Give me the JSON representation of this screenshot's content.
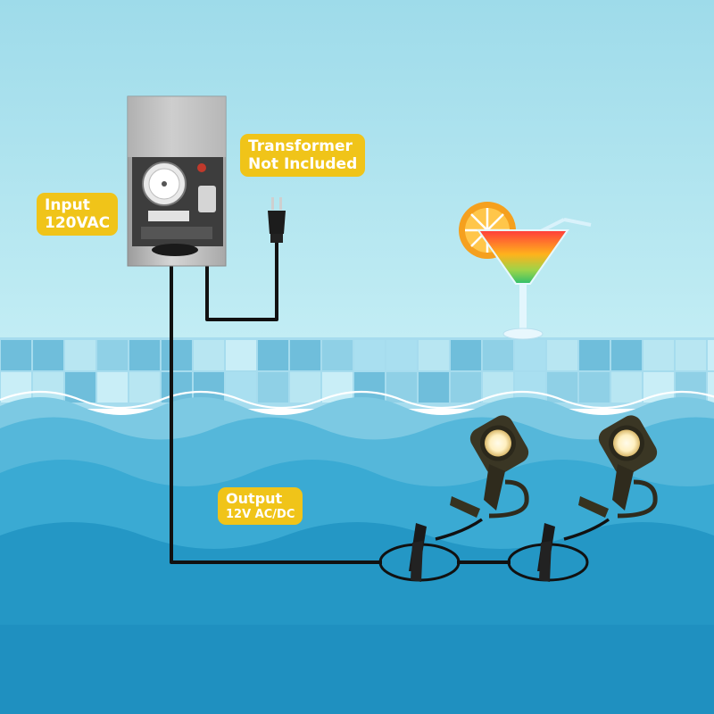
{
  "colors": {
    "sky_top": "#9edbea",
    "sky_bottom": "#c2edf4",
    "tile_light": "#b8e6f2",
    "tile_mid": "#8fd0e6",
    "tile_dark": "#6fbedb",
    "water_light": "#4fb6d8",
    "water_mid": "#2aa3cc",
    "water_deep": "#1a86b4",
    "label_bg": "#f0c419",
    "label_text": "#ffffff",
    "wire": "#111111",
    "box_metal": "#bdbdbd",
    "light_body": "#3a3624",
    "lens": "#fff3c8",
    "orange": "#f5a01e"
  },
  "labels": {
    "input": {
      "line1": "Input",
      "line2": "120VAC"
    },
    "transformer": {
      "line1": "Transformer",
      "line2": "Not Included"
    },
    "output": {
      "line1": "Output",
      "line2": "12V AC/DC"
    }
  },
  "icons": [
    "transformer-box-icon",
    "power-plug-icon",
    "cocktail-glass-icon",
    "spotlight-icon",
    "spotlight-icon"
  ]
}
